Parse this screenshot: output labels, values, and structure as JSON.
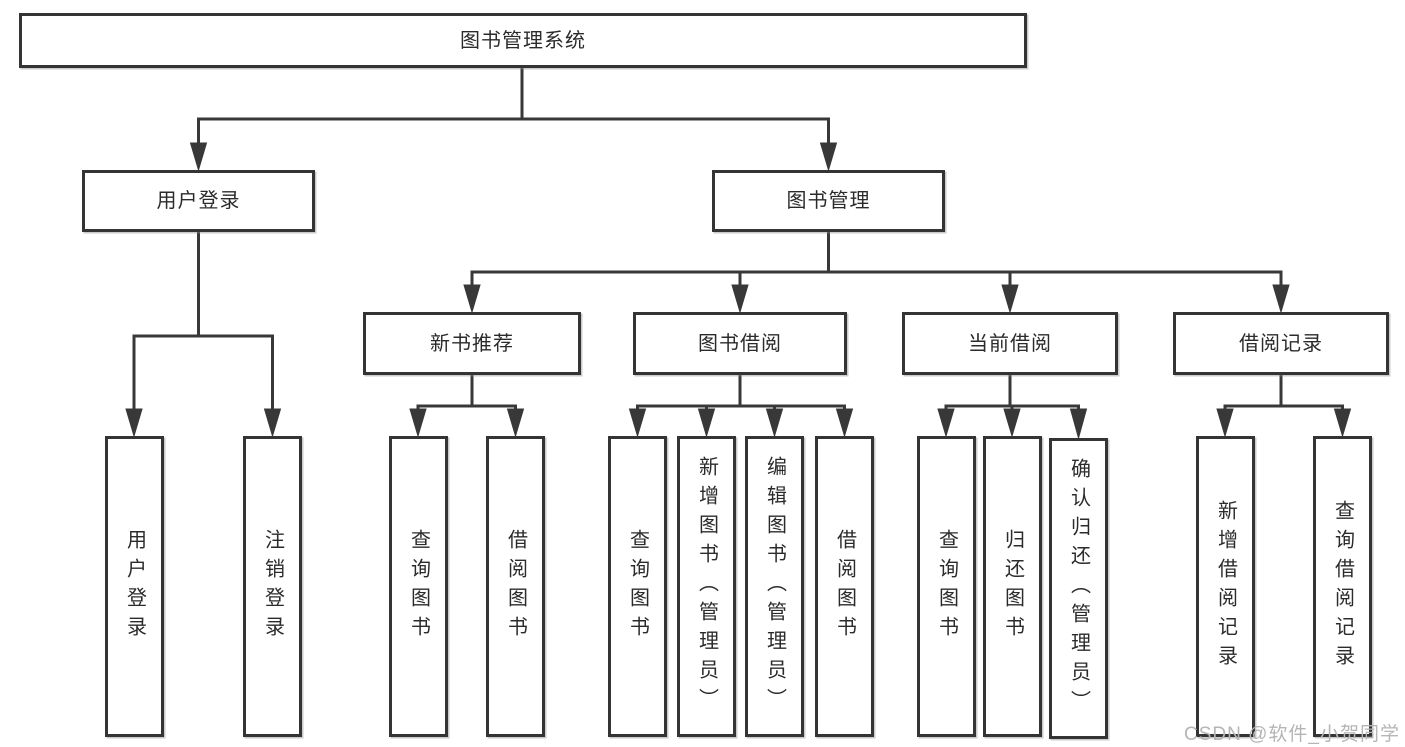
{
  "diagram_title": "图书管理系统",
  "colors": {
    "line": "#383838",
    "border": "#343434",
    "text": "#2b2b2b",
    "background": "#ffffff",
    "watermark": "#b5b5b5"
  },
  "nodes": {
    "root": {
      "label": "图书管理系统"
    },
    "level2": [
      {
        "label": "用户登录"
      },
      {
        "label": "图书管理"
      }
    ],
    "level3": [
      {
        "label": "新书推荐"
      },
      {
        "label": "图书借阅"
      },
      {
        "label": "当前借阅"
      },
      {
        "label": "借阅记录"
      }
    ],
    "leaves": [
      {
        "label": "用户登录"
      },
      {
        "label": "注销登录"
      },
      {
        "label": "查询图书"
      },
      {
        "label": "借阅图书"
      },
      {
        "label": "查询图书"
      },
      {
        "label": "新增图书（管理员）"
      },
      {
        "label": "编辑图书（管理员）"
      },
      {
        "label": "借阅图书"
      },
      {
        "label": "查询图书"
      },
      {
        "label": "归还图书"
      },
      {
        "label": "确认归还（管理员）"
      },
      {
        "label": "新增借阅记录"
      },
      {
        "label": "查询借阅记录"
      }
    ]
  },
  "watermark": "CSDN @软件_小贺同学"
}
